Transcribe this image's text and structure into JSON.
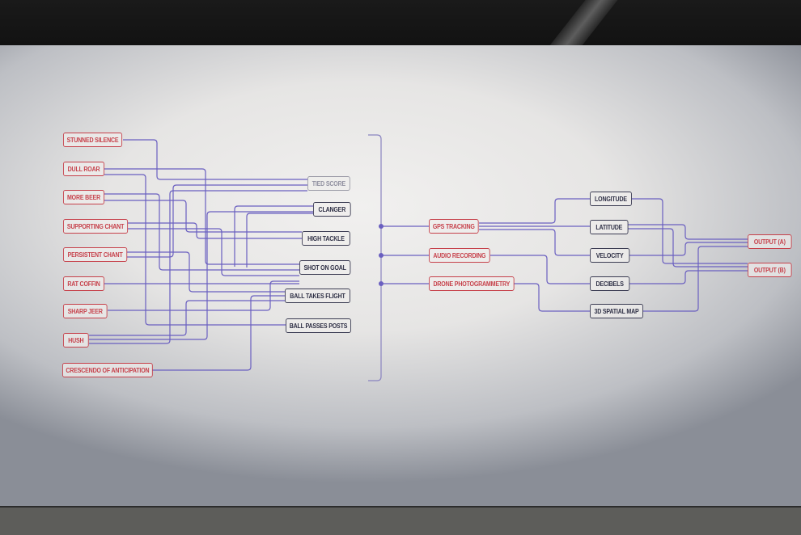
{
  "scene": {
    "description": "Gallery wall with flow diagram",
    "colors": {
      "input_red": "#c6404a",
      "node_dark": "#3a3b52",
      "wire": "#6a5fc0",
      "wall": "#ebeae9"
    }
  },
  "diagram": {
    "crowd_inputs": [
      {
        "label": "STUNNED SILENCE"
      },
      {
        "label": "DULL ROAR"
      },
      {
        "label": "MORE BEER"
      },
      {
        "label": "SUPPORTING CHANT"
      },
      {
        "label": "PERSISTENT CHANT"
      },
      {
        "label": "RAT COFFIN"
      },
      {
        "label": "SHARP JEER"
      },
      {
        "label": "HUSH"
      },
      {
        "label": "CRESCENDO OF ANTICIPATION"
      }
    ],
    "game_events": [
      {
        "label": "TIED SCORE"
      },
      {
        "label": "CLANGER"
      },
      {
        "label": "HIGH TACKLE"
      },
      {
        "label": "SHOT ON GOAL"
      },
      {
        "label": "BALL TAKES FLIGHT"
      },
      {
        "label": "BALL PASSES POSTS"
      }
    ],
    "capture_methods": [
      {
        "label": "GPS TRACKING"
      },
      {
        "label": "AUDIO RECORDING"
      },
      {
        "label": "DRONE PHOTOGRAMMETRY"
      }
    ],
    "data_streams": [
      {
        "label": "LONGITUDE"
      },
      {
        "label": "LATITUDE"
      },
      {
        "label": "VELOCITY"
      },
      {
        "label": "DECIBELS"
      },
      {
        "label": "3D SPATIAL MAP"
      }
    ],
    "outputs": [
      {
        "label": "OUTPUT (A)"
      },
      {
        "label": "OUTPUT (B)"
      }
    ]
  }
}
